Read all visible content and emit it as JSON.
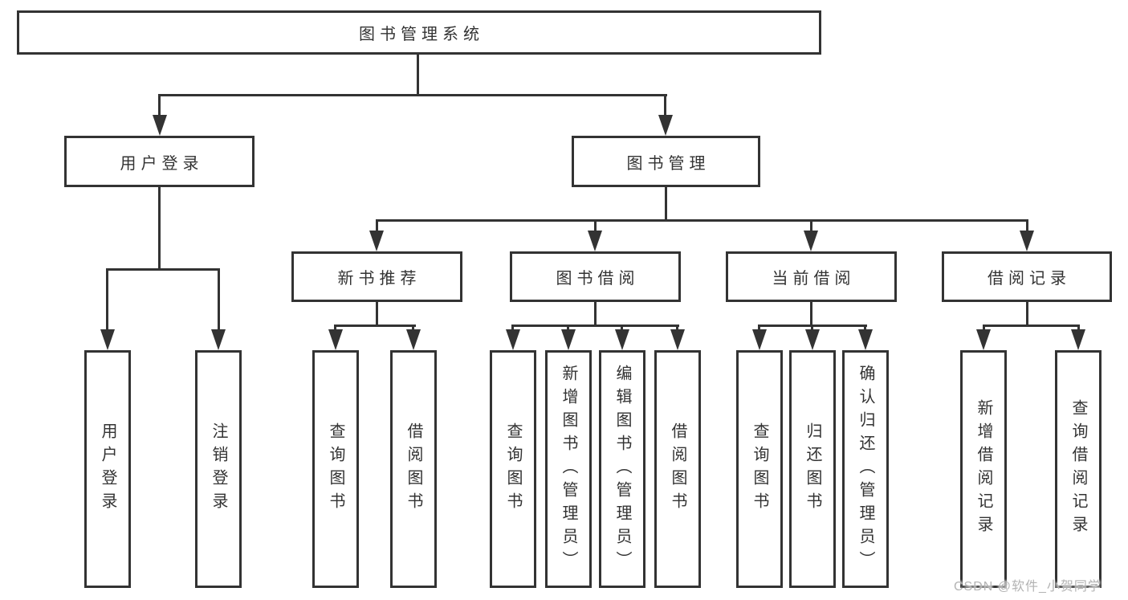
{
  "diagram": {
    "title": "图书管理系统",
    "level1": [
      "用户登录",
      "图书管理"
    ],
    "level2": [
      "新书推荐",
      "图书借阅",
      "当前借阅",
      "借阅记录"
    ],
    "leaves": {
      "user_login": [
        "用户登录",
        "注销登录"
      ],
      "new_book_recommend": [
        "查询图书",
        "借阅图书"
      ],
      "book_borrow": [
        "查询图书",
        "新增图书（管理员）",
        "编辑图书（管理员）",
        "借阅图书"
      ],
      "current_borrow": [
        "查询图书",
        "归还图书",
        "确认归还（管理员）"
      ],
      "borrow_record": [
        "新增借阅记录",
        "查询借阅记录"
      ]
    }
  },
  "watermark": "CSDN @软件_小贺同学",
  "colors": {
    "line": "#333333",
    "text": "#333333",
    "watermark": "#b3b3b3",
    "background": "#ffffff"
  }
}
